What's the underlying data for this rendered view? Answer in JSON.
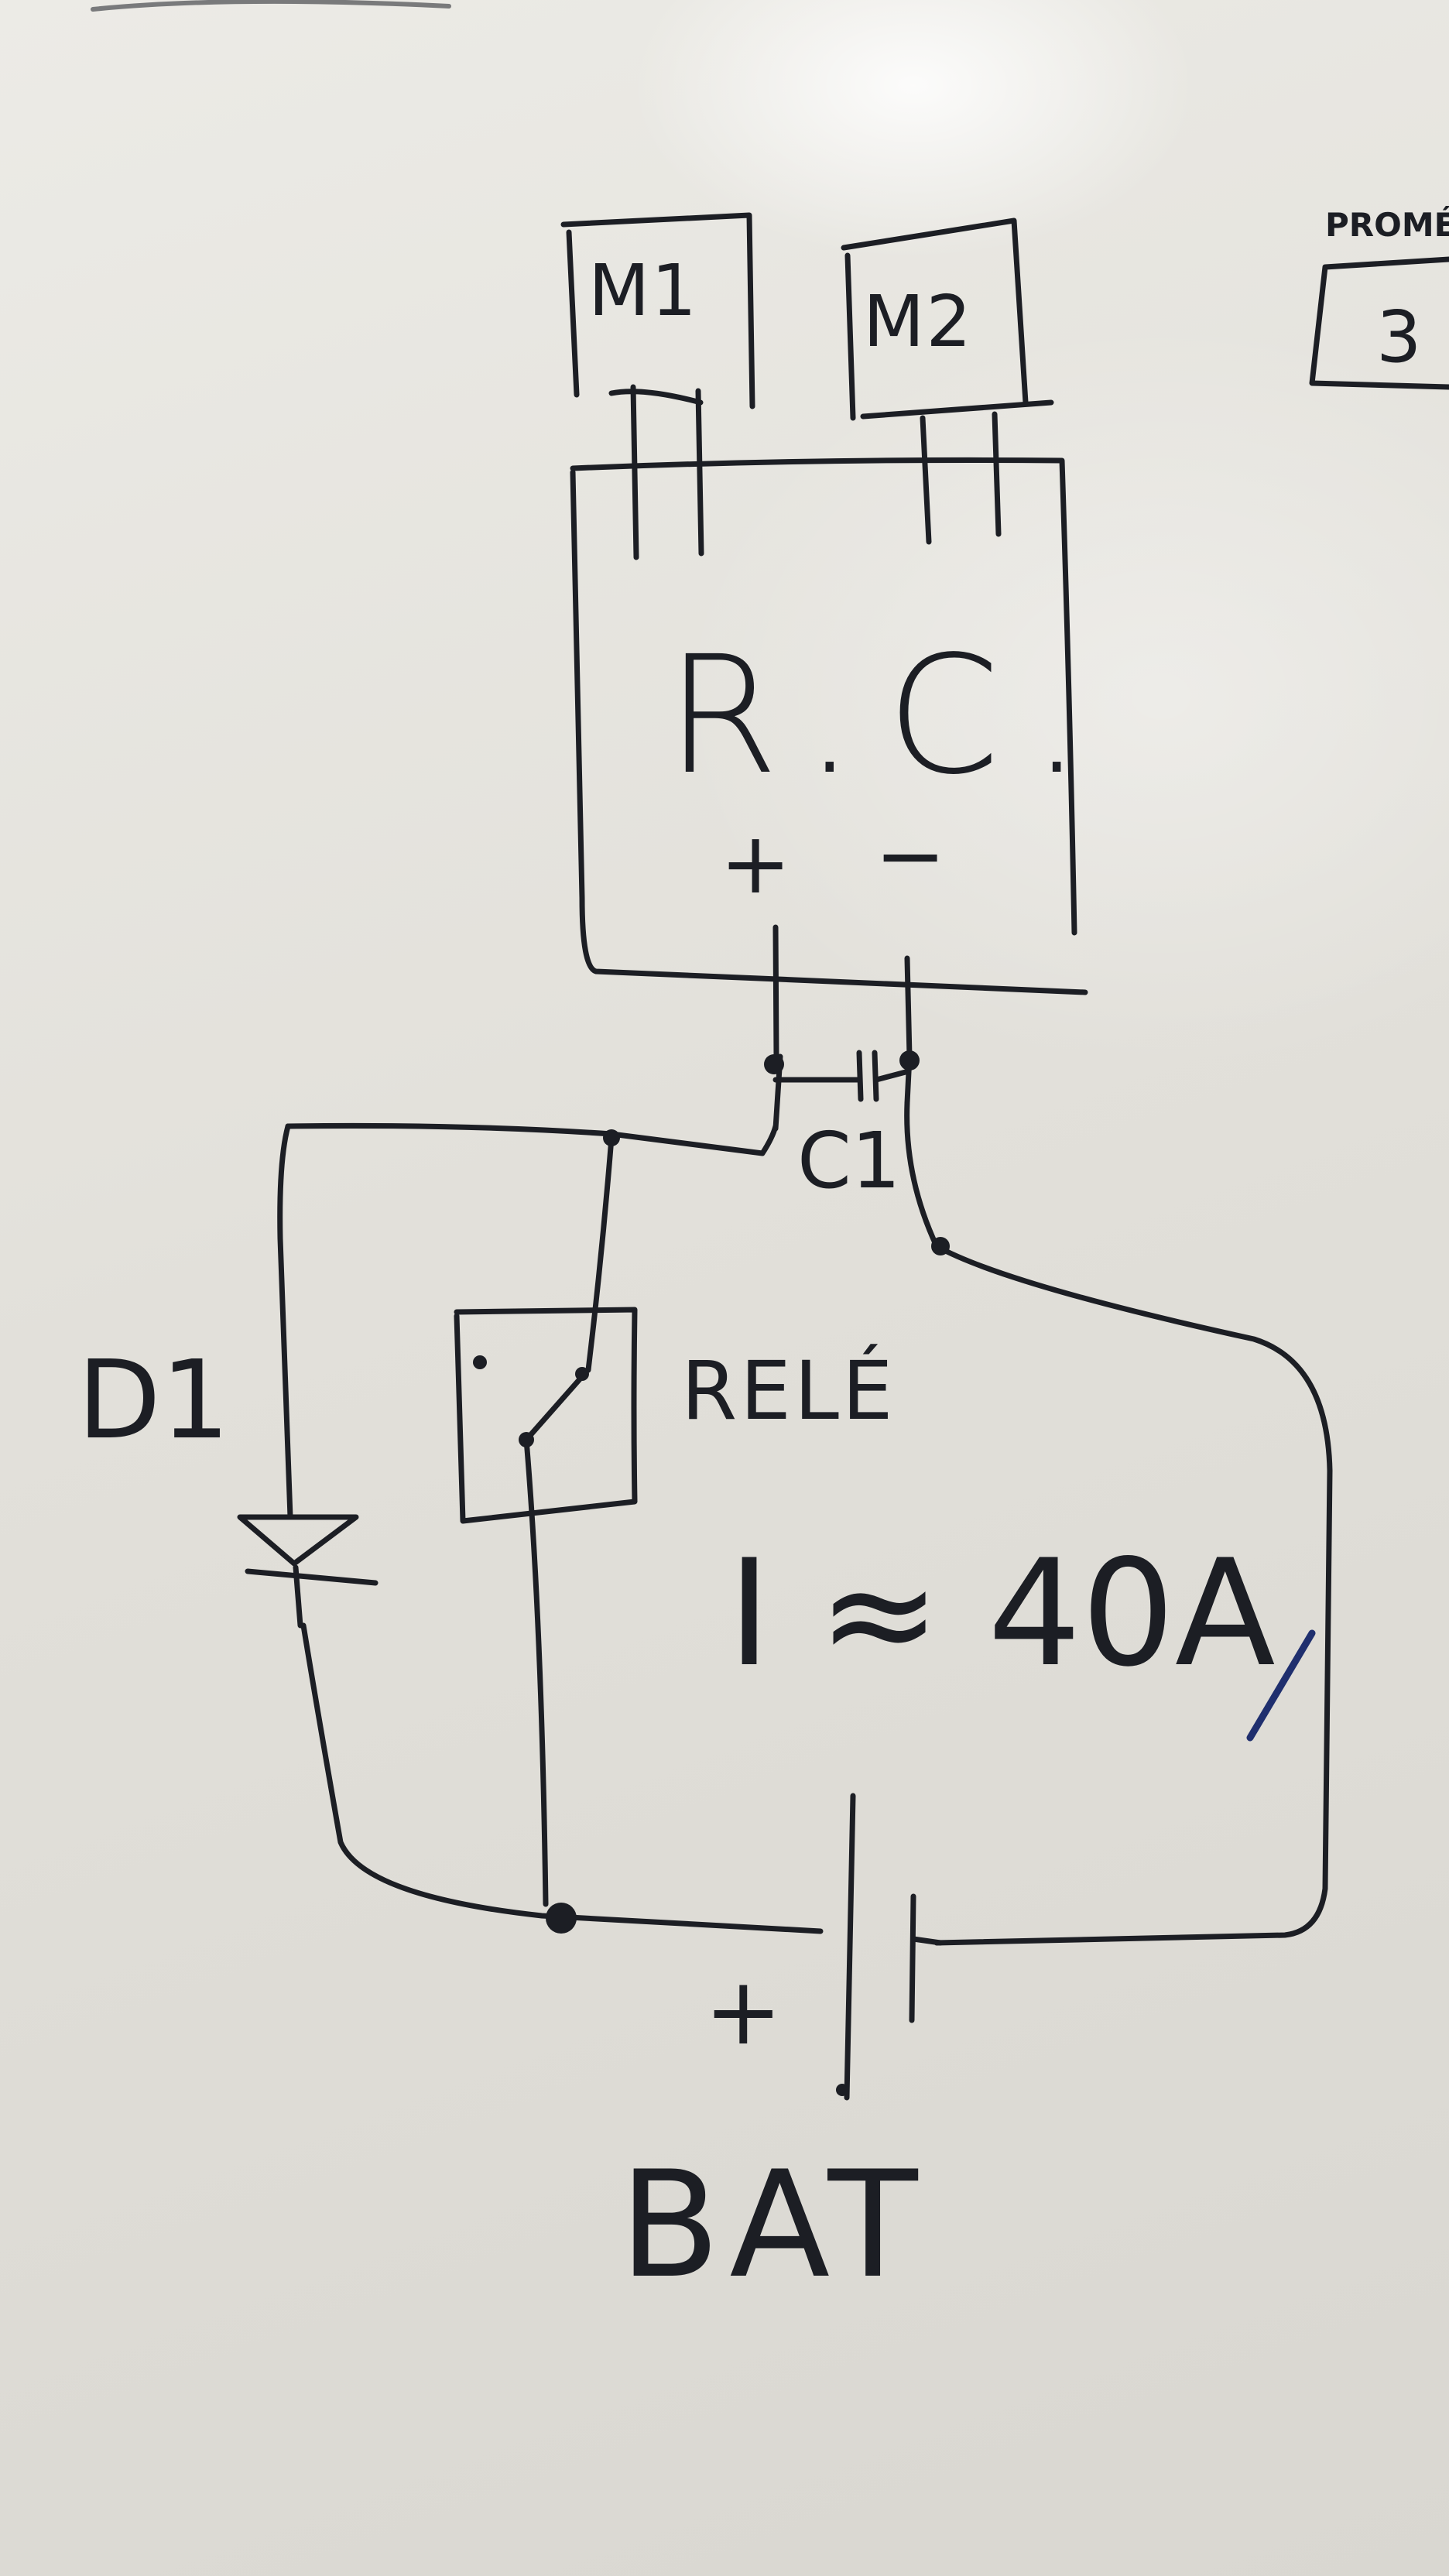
{
  "labels": {
    "m1": "M1",
    "m2": "M2",
    "rc": "R.C.",
    "rc_positive": "+",
    "rc_negative": "−",
    "c1": "C1",
    "d1": "D1",
    "relay": "RELÉ",
    "current": "I ≈ 40A",
    "battery_positive": "+",
    "battery": "BAT",
    "corner_heading": "PROMÉ",
    "corner_number": "3"
  },
  "colors": {
    "board": "#e4e2dc",
    "ink": "#1c1e24",
    "blue_mark": "#1f2f6e"
  }
}
